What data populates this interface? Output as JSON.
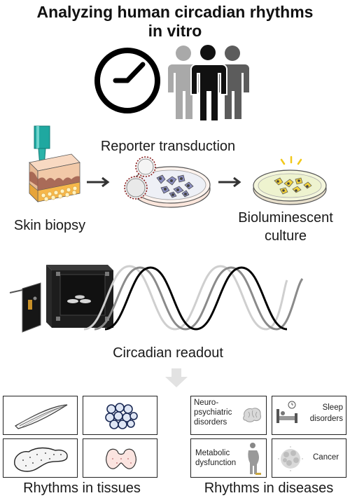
{
  "title": {
    "line1": "Analyzing human circadian rhythms",
    "line2": "in vitro"
  },
  "steps": {
    "reporter": "Reporter transduction",
    "biopsy": "Skin biopsy",
    "culture_line1": "Bioluminescent",
    "culture_line2": "culture"
  },
  "readout": {
    "label": "Circadian readout"
  },
  "tissues": {
    "caption": "Rhythms in tissues",
    "items": [
      "muscle",
      "adipose",
      "pancreas",
      "thyroid"
    ]
  },
  "diseases": {
    "caption": "Rhythms in diseases",
    "neuro_line1": "Neuro-",
    "neuro_line2": "psychiatric",
    "neuro_line3": "disorders",
    "sleep_line1": "Sleep",
    "sleep_line2": "disorders",
    "metabolic_line1": "Metabolic",
    "metabolic_line2": "dysfunction",
    "cancer": "Cancer"
  },
  "icons": [
    "clock-icon",
    "people-icon",
    "needle-icon",
    "arrow-right-icon",
    "petri-dish-icon",
    "luminometer-icon",
    "down-arrow-icon",
    "brain-icon",
    "bed-icon",
    "person-icon",
    "tumor-icon"
  ],
  "colors": {
    "needle": "#1fa8a0",
    "person_light": "#a9a9a9",
    "person_dark": "#111111",
    "person_mid": "#5c5c5c",
    "glow": "#f2c81a",
    "dish_green": "#eef3cf",
    "skin": "#f2c9a8",
    "fat": "#f6b74a"
  }
}
